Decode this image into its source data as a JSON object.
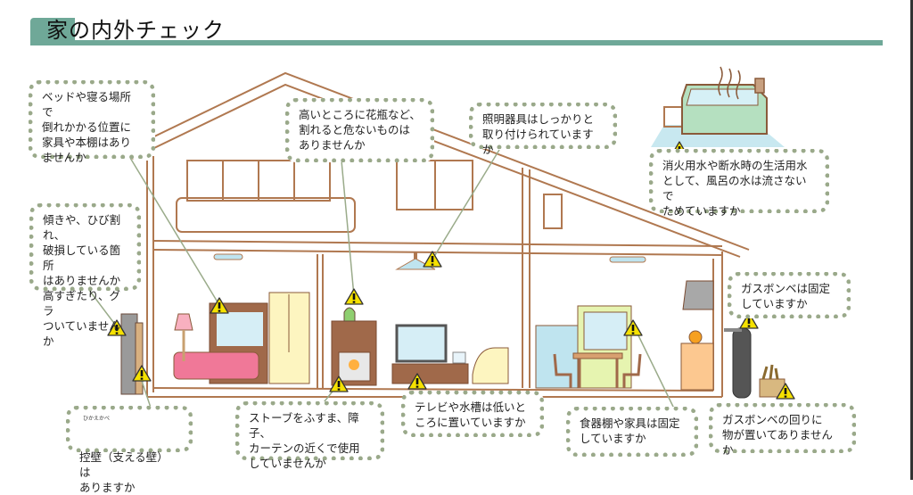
{
  "page": {
    "title": "家の内外チェック",
    "accent_color": "#6fa898",
    "box_border_color": "#9aa98a",
    "house_line_color": "#b07850",
    "warning_color": "#f5e100"
  },
  "callouts": [
    {
      "id": "bed",
      "text": "ベッドや寝る場所で\n倒れかかる位置に\n家具や本棚はあり\nませんか"
    },
    {
      "id": "vase",
      "text": "高いところに花瓶など、\n割れると危ないものは\nありませんか"
    },
    {
      "id": "light",
      "text": "照明器具はしっかりと\n取り付けられていますか"
    },
    {
      "id": "bath",
      "text": "消火用水や断水時の生活用水\nとして、風呂の水は流さないで\nためていますか"
    },
    {
      "id": "wall",
      "text": "傾きや、ひび割れ、\n破損している箇所\nはありませんか\n高すぎたり、グラ\nついていませんか"
    },
    {
      "id": "gas-fix",
      "text": "ガスボンベは固定\nしていますか"
    },
    {
      "id": "buttress",
      "text": "控壁（支える壁）は\nありますか",
      "ruby": "ひかえかべ"
    },
    {
      "id": "stove",
      "text": "ストーブをふすま、障子、\nカーテンの近くで使用\nしていませんか"
    },
    {
      "id": "tv",
      "text": "テレビや水槽は低いと\nころに置いていますか"
    },
    {
      "id": "cupboard",
      "text": "食器棚や家具は固定\nしていますか"
    },
    {
      "id": "gas-around",
      "text": "ガスボンベの回りに\n物が置いてありませんか"
    }
  ],
  "icons": {
    "warning": "warning-icon",
    "bathtub": "bathtub-icon",
    "house": "house-cross-section"
  }
}
